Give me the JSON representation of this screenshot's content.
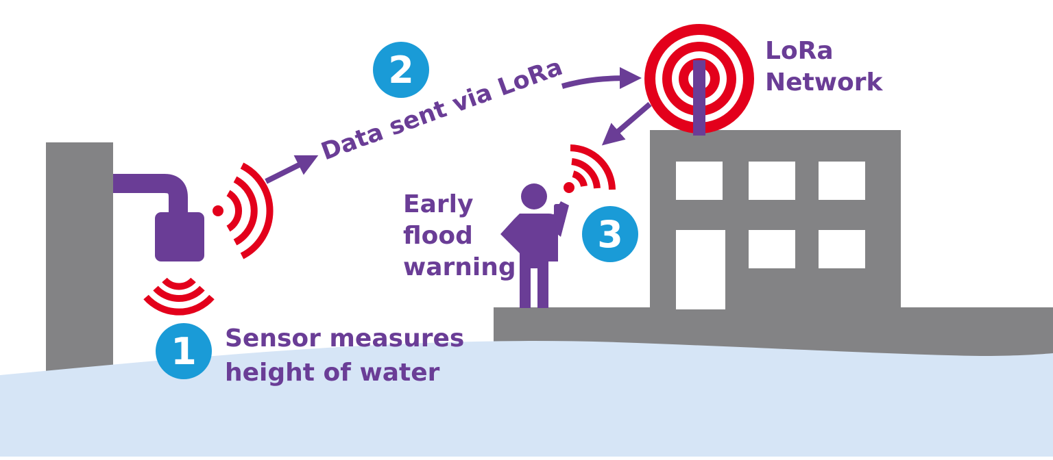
{
  "colors": {
    "purple": "#6a3d96",
    "red": "#e3001b",
    "grey": "#838385",
    "blue_step": "#1a9bd7",
    "water": "#d6e5f6",
    "white": "#ffffff"
  },
  "steps": [
    {
      "number": "1",
      "lines": [
        "Sensor measures",
        "height of water"
      ]
    },
    {
      "number": "2",
      "lines": [
        "Data sent via LoRa"
      ]
    },
    {
      "number": "3",
      "lines": [
        "Early",
        "flood",
        "warning"
      ]
    }
  ],
  "network_label": [
    "LoRa",
    "Network"
  ],
  "icons": {
    "sensor": "water-level-sensor-icon",
    "signal": "wireless-signal-icon",
    "tower": "lora-antenna-icon",
    "person": "person-with-phone-icon",
    "building": "building-icon"
  }
}
